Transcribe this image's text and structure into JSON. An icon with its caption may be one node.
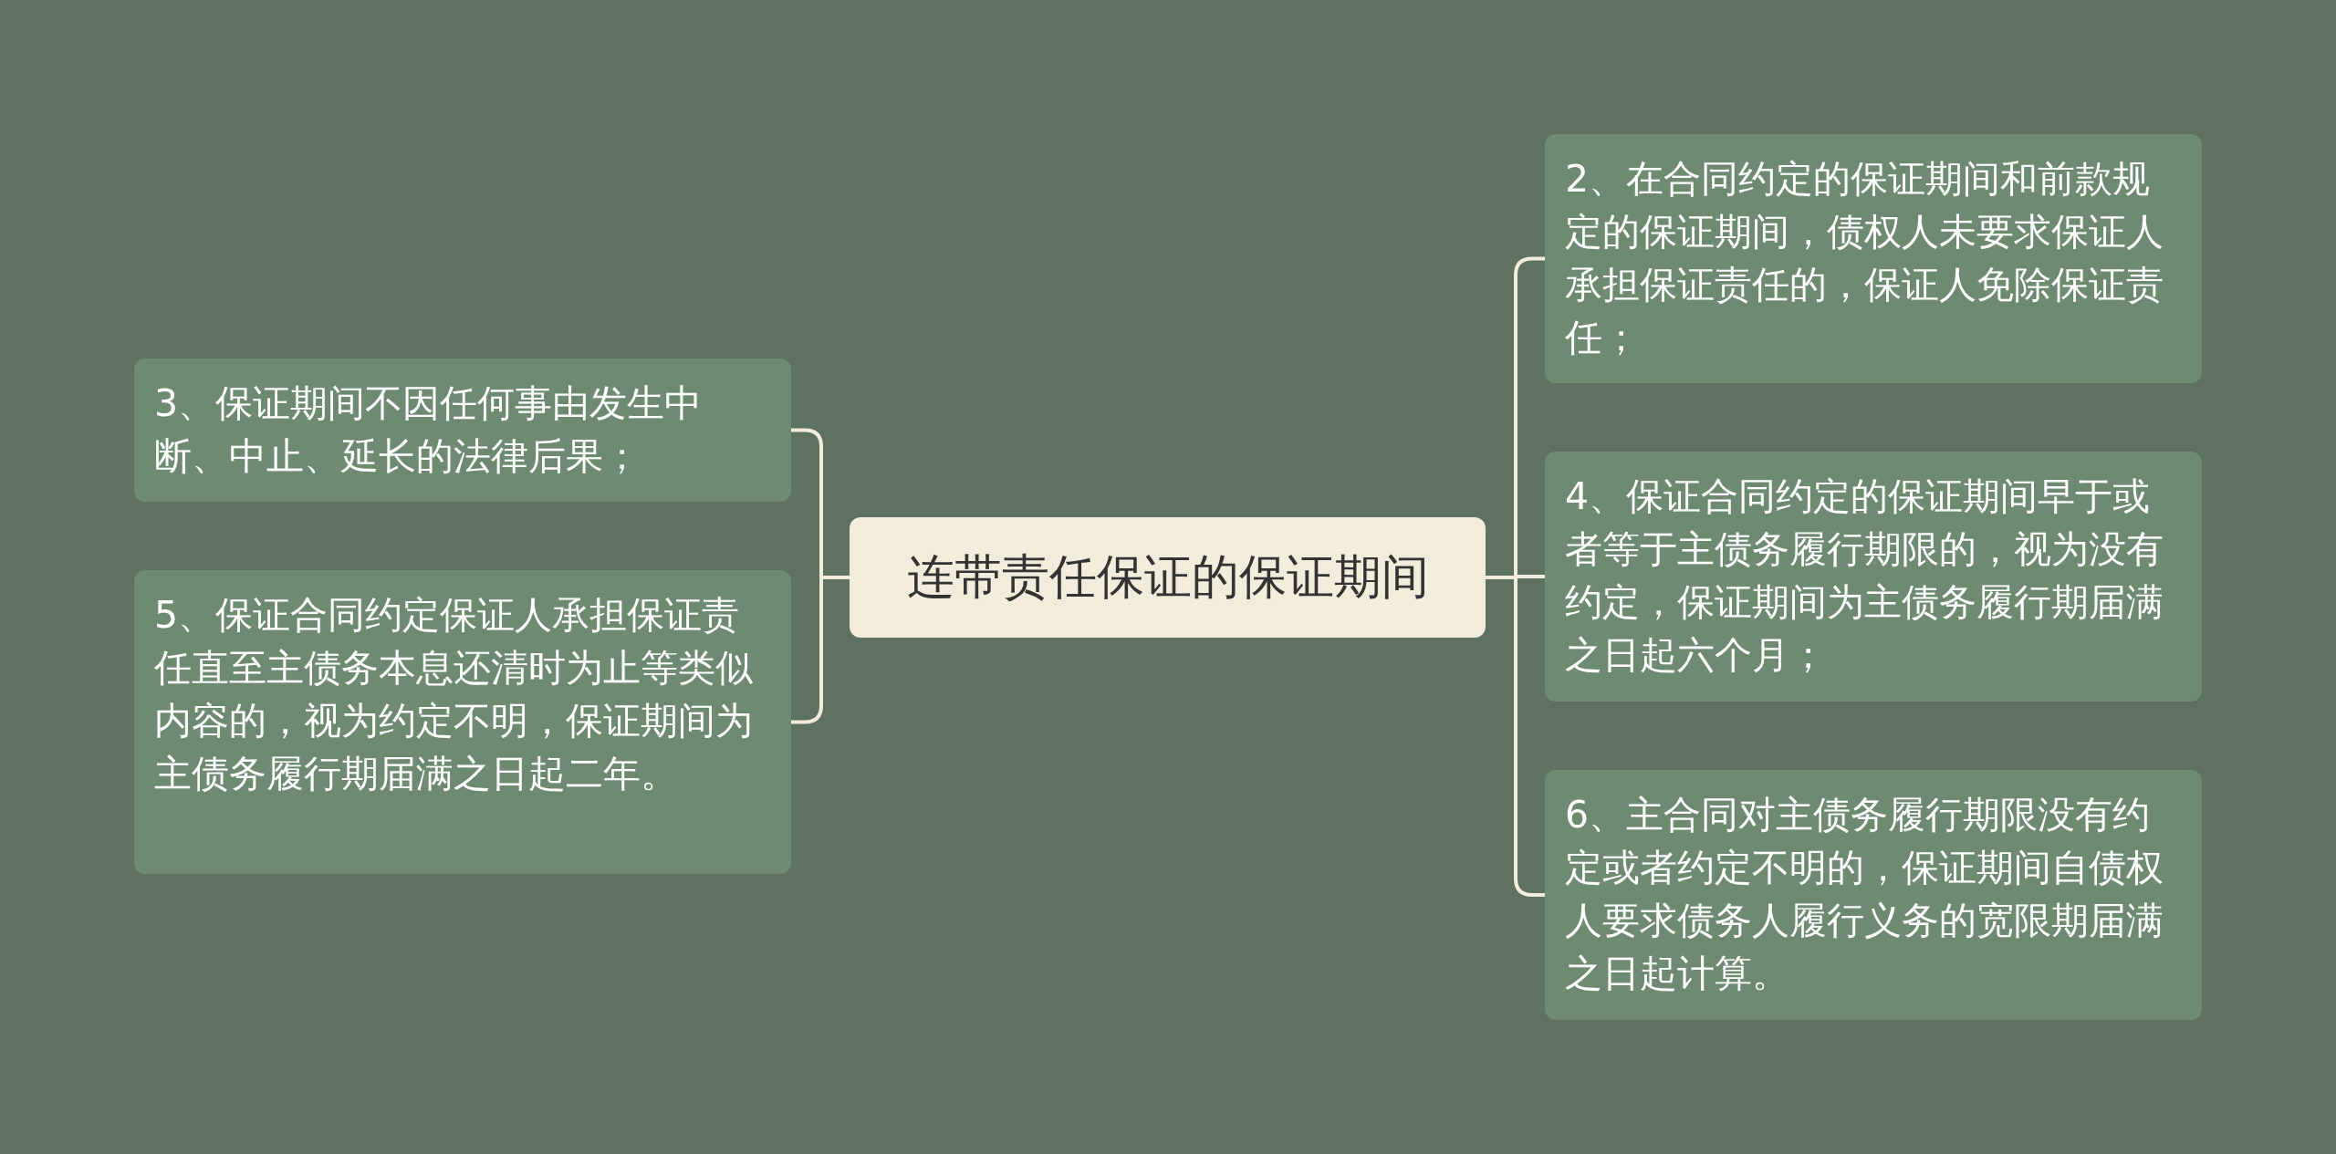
{
  "diagram": {
    "nodes": [
      {
        "text": [
          "连带责任保证的保证期间"
        ]
      },
      {
        "text": [
          "3、保证期间不因任何事由发生中断、中止、延长的法律后果；"
        ]
      },
      {
        "text": [
          "5、保证合同约定保证人承担保证责任直至主债务本息还清时为止等类似内容的，视为约定不明，保证期间为主债务履行期届满之日起二年。"
        ]
      },
      {
        "text": [
          "2、在合同约定的保证期间和前款规定的保证期间，债权人未要求保证人承担保证责任的，保证人免除保证责任；"
        ]
      },
      {
        "text": [
          "4、保证合同约定的保证期间早于或者等于主债务履行期限的，视为没有约定，保证期间为主债务履行期届满之日起六个月；"
        ]
      },
      {
        "text": [
          "6、主合同对主债务履行期限没有约定或者约定不明的，保证期间自债权人要求债务人履行义务的宽限期届满之日起计算。"
        ]
      }
    ],
    "edges": [
      {
        "from": 0,
        "to": 1,
        "arrow": "none"
      },
      {
        "from": 0,
        "to": 2,
        "arrow": "none"
      },
      {
        "from": 0,
        "to": 3,
        "arrow": "none"
      },
      {
        "from": 0,
        "to": 4,
        "arrow": "none"
      },
      {
        "from": 0,
        "to": 5,
        "arrow": "none"
      }
    ]
  }
}
